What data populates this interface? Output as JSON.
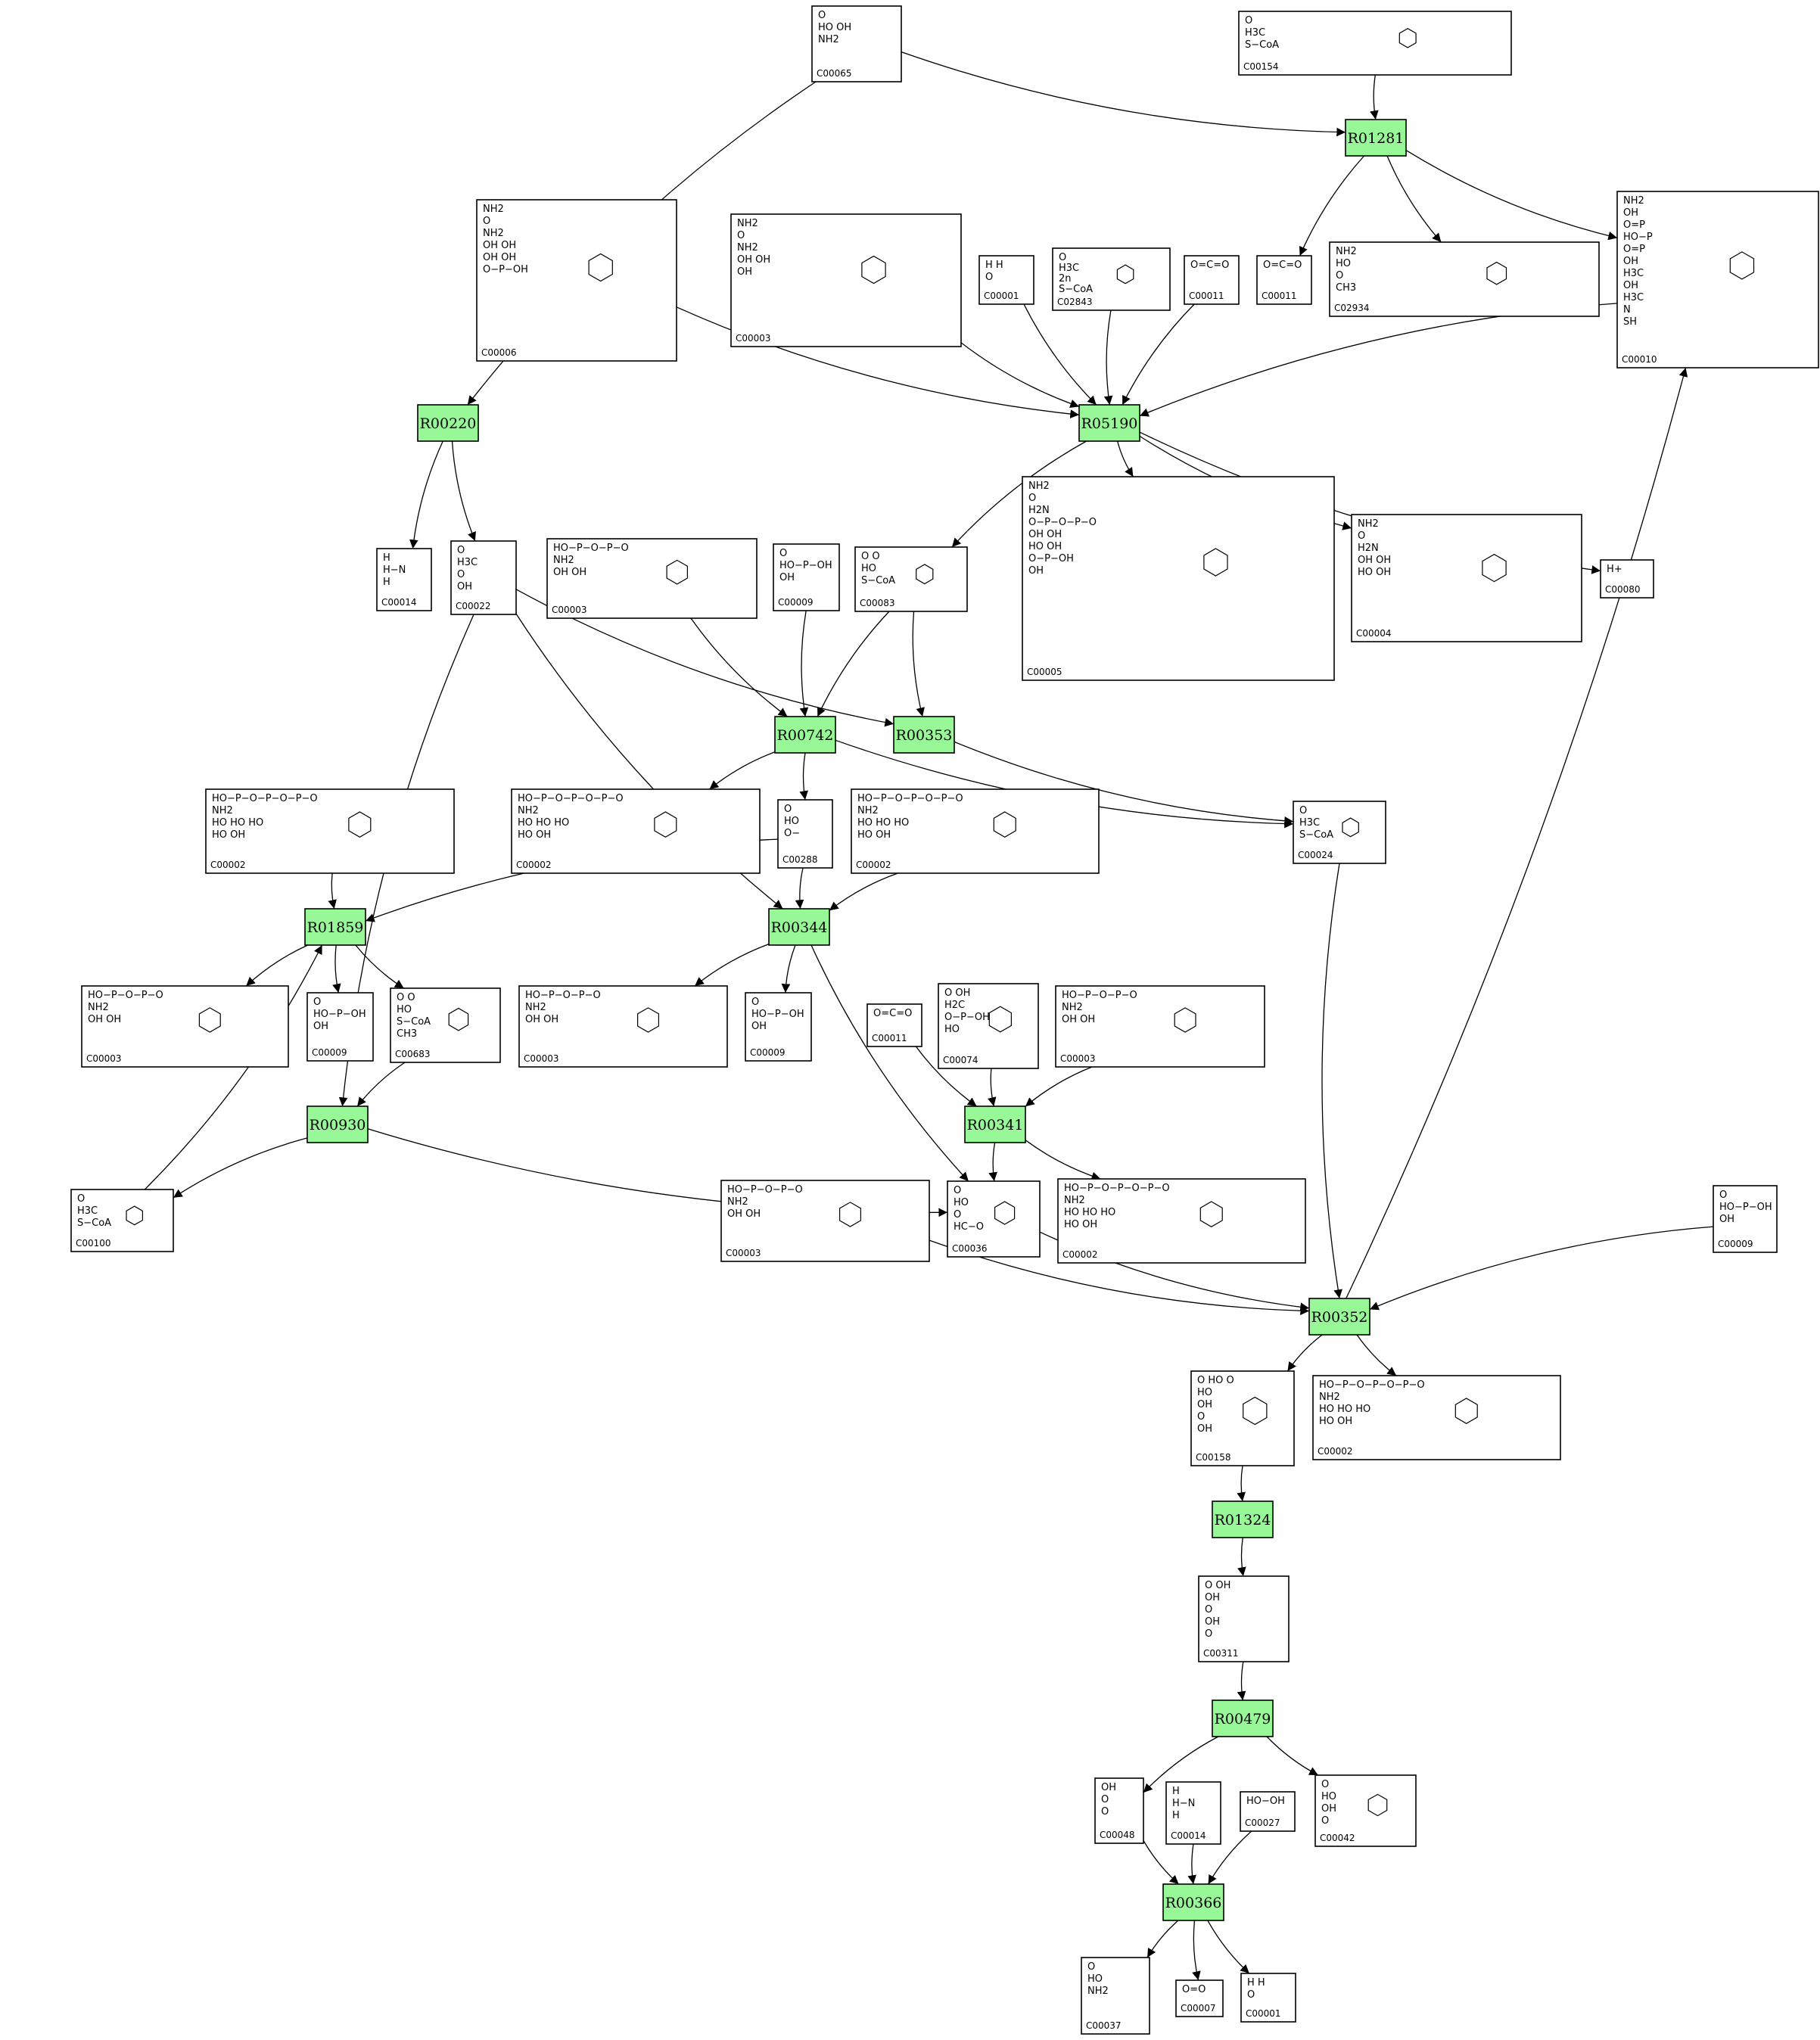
{
  "colors": {
    "reaction_fill": "#98f898",
    "edge": "#000000",
    "box_border": "#000000",
    "background": "#ffffff"
  },
  "reactions": [
    {
      "id": "R01281"
    },
    {
      "id": "R00220"
    },
    {
      "id": "R05190"
    },
    {
      "id": "R00742"
    },
    {
      "id": "R00353"
    },
    {
      "id": "R01859"
    },
    {
      "id": "R00344"
    },
    {
      "id": "R00930"
    },
    {
      "id": "R00341"
    },
    {
      "id": "R00352"
    },
    {
      "id": "R01324"
    },
    {
      "id": "R00479"
    },
    {
      "id": "R00366"
    }
  ],
  "compounds": [
    {
      "key": "C00065_top",
      "id": "C00065",
      "lines": [
        "O",
        "HO   OH",
        "NH2"
      ]
    },
    {
      "key": "C00154",
      "id": "C00154",
      "lines": [
        "O",
        "H3C",
        "S−CoA"
      ]
    },
    {
      "key": "C00006",
      "id": "C00006",
      "lines": [
        "NH2",
        "O",
        "NH2",
        "OH   OH",
        "OH   OH",
        "O−P−OH"
      ]
    },
    {
      "key": "C00003_a",
      "id": "C00003",
      "lines": [
        "NH2",
        "O",
        "NH2",
        "OH  OH",
        "OH"
      ]
    },
    {
      "key": "C00001_a",
      "id": "C00001",
      "lines": [
        "H   H",
        "O"
      ]
    },
    {
      "key": "C02843",
      "id": "C02843",
      "lines": [
        "O",
        "H3C",
        "2n",
        "S−CoA"
      ]
    },
    {
      "key": "C00011_a",
      "id": "C00011",
      "lines": [
        "O=C=O"
      ]
    },
    {
      "key": "C00011_b",
      "id": "C00011",
      "lines": [
        "O=C=O"
      ]
    },
    {
      "key": "C02934",
      "id": "C02934",
      "lines": [
        "NH2",
        "HO",
        "O",
        "CH3"
      ]
    },
    {
      "key": "C00010",
      "id": "C00010",
      "lines": [
        "NH2",
        "OH",
        "O=P",
        "HO−P",
        "O=P",
        "OH",
        "H3C",
        "OH",
        "H3C",
        "N",
        "SH"
      ]
    },
    {
      "key": "C00014_a",
      "id": "C00014",
      "lines": [
        "H",
        "H−N",
        "H"
      ]
    },
    {
      "key": "C00022",
      "id": "C00022",
      "lines": [
        "O",
        "H3C",
        "O",
        "OH"
      ]
    },
    {
      "key": "C00003_b",
      "id": "C00003",
      "lines": [
        "HO−P−O−P−O",
        "NH2",
        "OH  OH"
      ]
    },
    {
      "key": "C00009_a",
      "id": "C00009",
      "lines": [
        "O",
        "HO−P−OH",
        "OH"
      ]
    },
    {
      "key": "C00083",
      "id": "C00083",
      "lines": [
        "O   O",
        "HO",
        "S−CoA"
      ]
    },
    {
      "key": "C00005",
      "id": "C00005",
      "lines": [
        "NH2",
        "O",
        "H2N",
        "O−P−O−P−O",
        "OH  OH",
        "HO  OH",
        "O−P−OH",
        "OH"
      ]
    },
    {
      "key": "C00004",
      "id": "C00004",
      "lines": [
        "NH2",
        "O",
        "H2N",
        "OH  OH",
        "HO  OH"
      ]
    },
    {
      "key": "C00080",
      "id": "C00080",
      "lines": [
        "H+"
      ]
    },
    {
      "key": "C00002_a",
      "id": "C00002",
      "lines": [
        "HO−P−O−P−O−P−O",
        "NH2",
        "HO  HO  HO",
        "HO  OH"
      ]
    },
    {
      "key": "C00002_b",
      "id": "C00002",
      "lines": [
        "HO−P−O−P−O−P−O",
        "NH2",
        "HO  HO  HO",
        "HO  OH"
      ]
    },
    {
      "key": "C00288",
      "id": "C00288",
      "lines": [
        "O",
        "HO",
        "O−"
      ]
    },
    {
      "key": "C00002_c",
      "id": "C00002",
      "lines": [
        "HO−P−O−P−O−P−O",
        "NH2",
        "HO  HO  HO",
        "HO  OH"
      ]
    },
    {
      "key": "C00024",
      "id": "C00024",
      "lines": [
        "O",
        "H3C",
        "S−CoA"
      ]
    },
    {
      "key": "C00003_c",
      "id": "C00003",
      "lines": [
        "HO−P−O−P−O",
        "NH2",
        "OH  OH"
      ]
    },
    {
      "key": "C00009_b",
      "id": "C00009",
      "lines": [
        "O",
        "HO−P−OH",
        "OH"
      ]
    },
    {
      "key": "C00683",
      "id": "C00683",
      "lines": [
        "O   O",
        "HO",
        "S−CoA",
        "CH3"
      ]
    },
    {
      "key": "C00003_d",
      "id": "C00003",
      "lines": [
        "HO−P−O−P−O",
        "NH2",
        "OH  OH"
      ]
    },
    {
      "key": "C00009_c",
      "id": "C00009",
      "lines": [
        "O",
        "HO−P−OH",
        "OH"
      ]
    },
    {
      "key": "C00011_c",
      "id": "C00011",
      "lines": [
        "O=C=O"
      ]
    },
    {
      "key": "C00074",
      "id": "C00074",
      "lines": [
        "O   OH",
        "H2C",
        "O−P−OH",
        "HO"
      ]
    },
    {
      "key": "C00003_e",
      "id": "C00003",
      "lines": [
        "HO−P−O−P−O",
        "NH2",
        "OH  OH"
      ]
    },
    {
      "key": "C00100",
      "id": "C00100",
      "lines": [
        "O",
        "H3C",
        "S−CoA"
      ]
    },
    {
      "key": "C00003_f",
      "id": "C00003",
      "lines": [
        "HO−P−O−P−O",
        "NH2",
        "OH  OH"
      ]
    },
    {
      "key": "C00036",
      "id": "C00036",
      "lines": [
        "O",
        "HO",
        "O",
        "HC−O"
      ]
    },
    {
      "key": "C00002_d",
      "id": "C00002",
      "lines": [
        "HO−P−O−P−O−P−O",
        "NH2",
        "HO  HO  HO",
        "HO  OH"
      ]
    },
    {
      "key": "C00009_d",
      "id": "C00009",
      "lines": [
        "O",
        "HO−P−OH",
        "OH"
      ]
    },
    {
      "key": "C00158",
      "id": "C00158",
      "lines": [
        "O  HO  O",
        "HO",
        "OH",
        "O",
        "OH"
      ]
    },
    {
      "key": "C00002_e",
      "id": "C00002",
      "lines": [
        "HO−P−O−P−O−P−O",
        "NH2",
        "HO  HO  HO",
        "HO  OH"
      ]
    },
    {
      "key": "C00311",
      "id": "C00311",
      "lines": [
        "O  OH",
        "OH",
        "O",
        "OH",
        "O"
      ]
    },
    {
      "key": "C00048",
      "id": "C00048",
      "lines": [
        "OH",
        "O",
        "O"
      ]
    },
    {
      "key": "C00014_b",
      "id": "C00014",
      "lines": [
        "H",
        "H−N",
        "H"
      ]
    },
    {
      "key": "C00027",
      "id": "C00027",
      "lines": [
        "HO−OH"
      ]
    },
    {
      "key": "C00042",
      "id": "C00042",
      "lines": [
        "O",
        "HO",
        "OH",
        "O"
      ]
    },
    {
      "key": "C00037",
      "id": "C00037",
      "lines": [
        "O",
        "HO",
        "NH2"
      ]
    },
    {
      "key": "C00007",
      "id": "C00007",
      "lines": [
        "O=O"
      ]
    },
    {
      "key": "C00001_b",
      "id": "C00001",
      "lines": [
        "H   H",
        "O"
      ]
    }
  ]
}
